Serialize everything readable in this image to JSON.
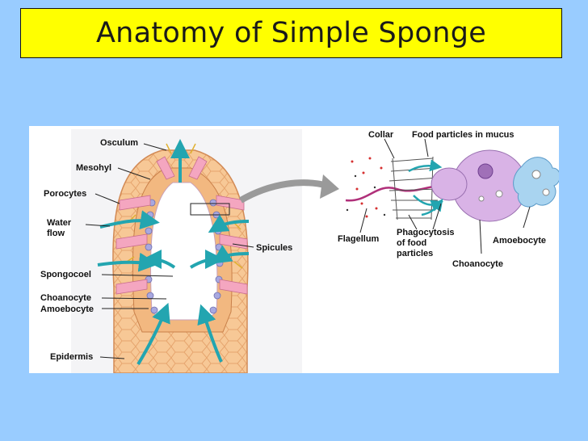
{
  "slide": {
    "title": "Anatomy of Simple Sponge"
  },
  "sponge_labels": {
    "osculum": "Osculum",
    "mesohyl": "Mesohyl",
    "porocytes": "Porocytes",
    "water_flow_line1": "Water",
    "water_flow_line2": "flow",
    "spicules": "Spicules",
    "spongocoel": "Spongocoel",
    "choanocyte": "Choanocyte",
    "amoebocyte": "Amoebocyte",
    "epidermis": "Epidermis"
  },
  "detail_labels": {
    "collar": "Collar",
    "food_particles": "Food particles in mucus",
    "flagellum": "Flagellum",
    "phagocytosis_line1": "Phagocytosis",
    "phagocytosis_line2": "of food",
    "phagocytosis_line3": "particles",
    "amoebocyte": "Amoebocyte",
    "choanocyte": "Choanocyte"
  }
}
